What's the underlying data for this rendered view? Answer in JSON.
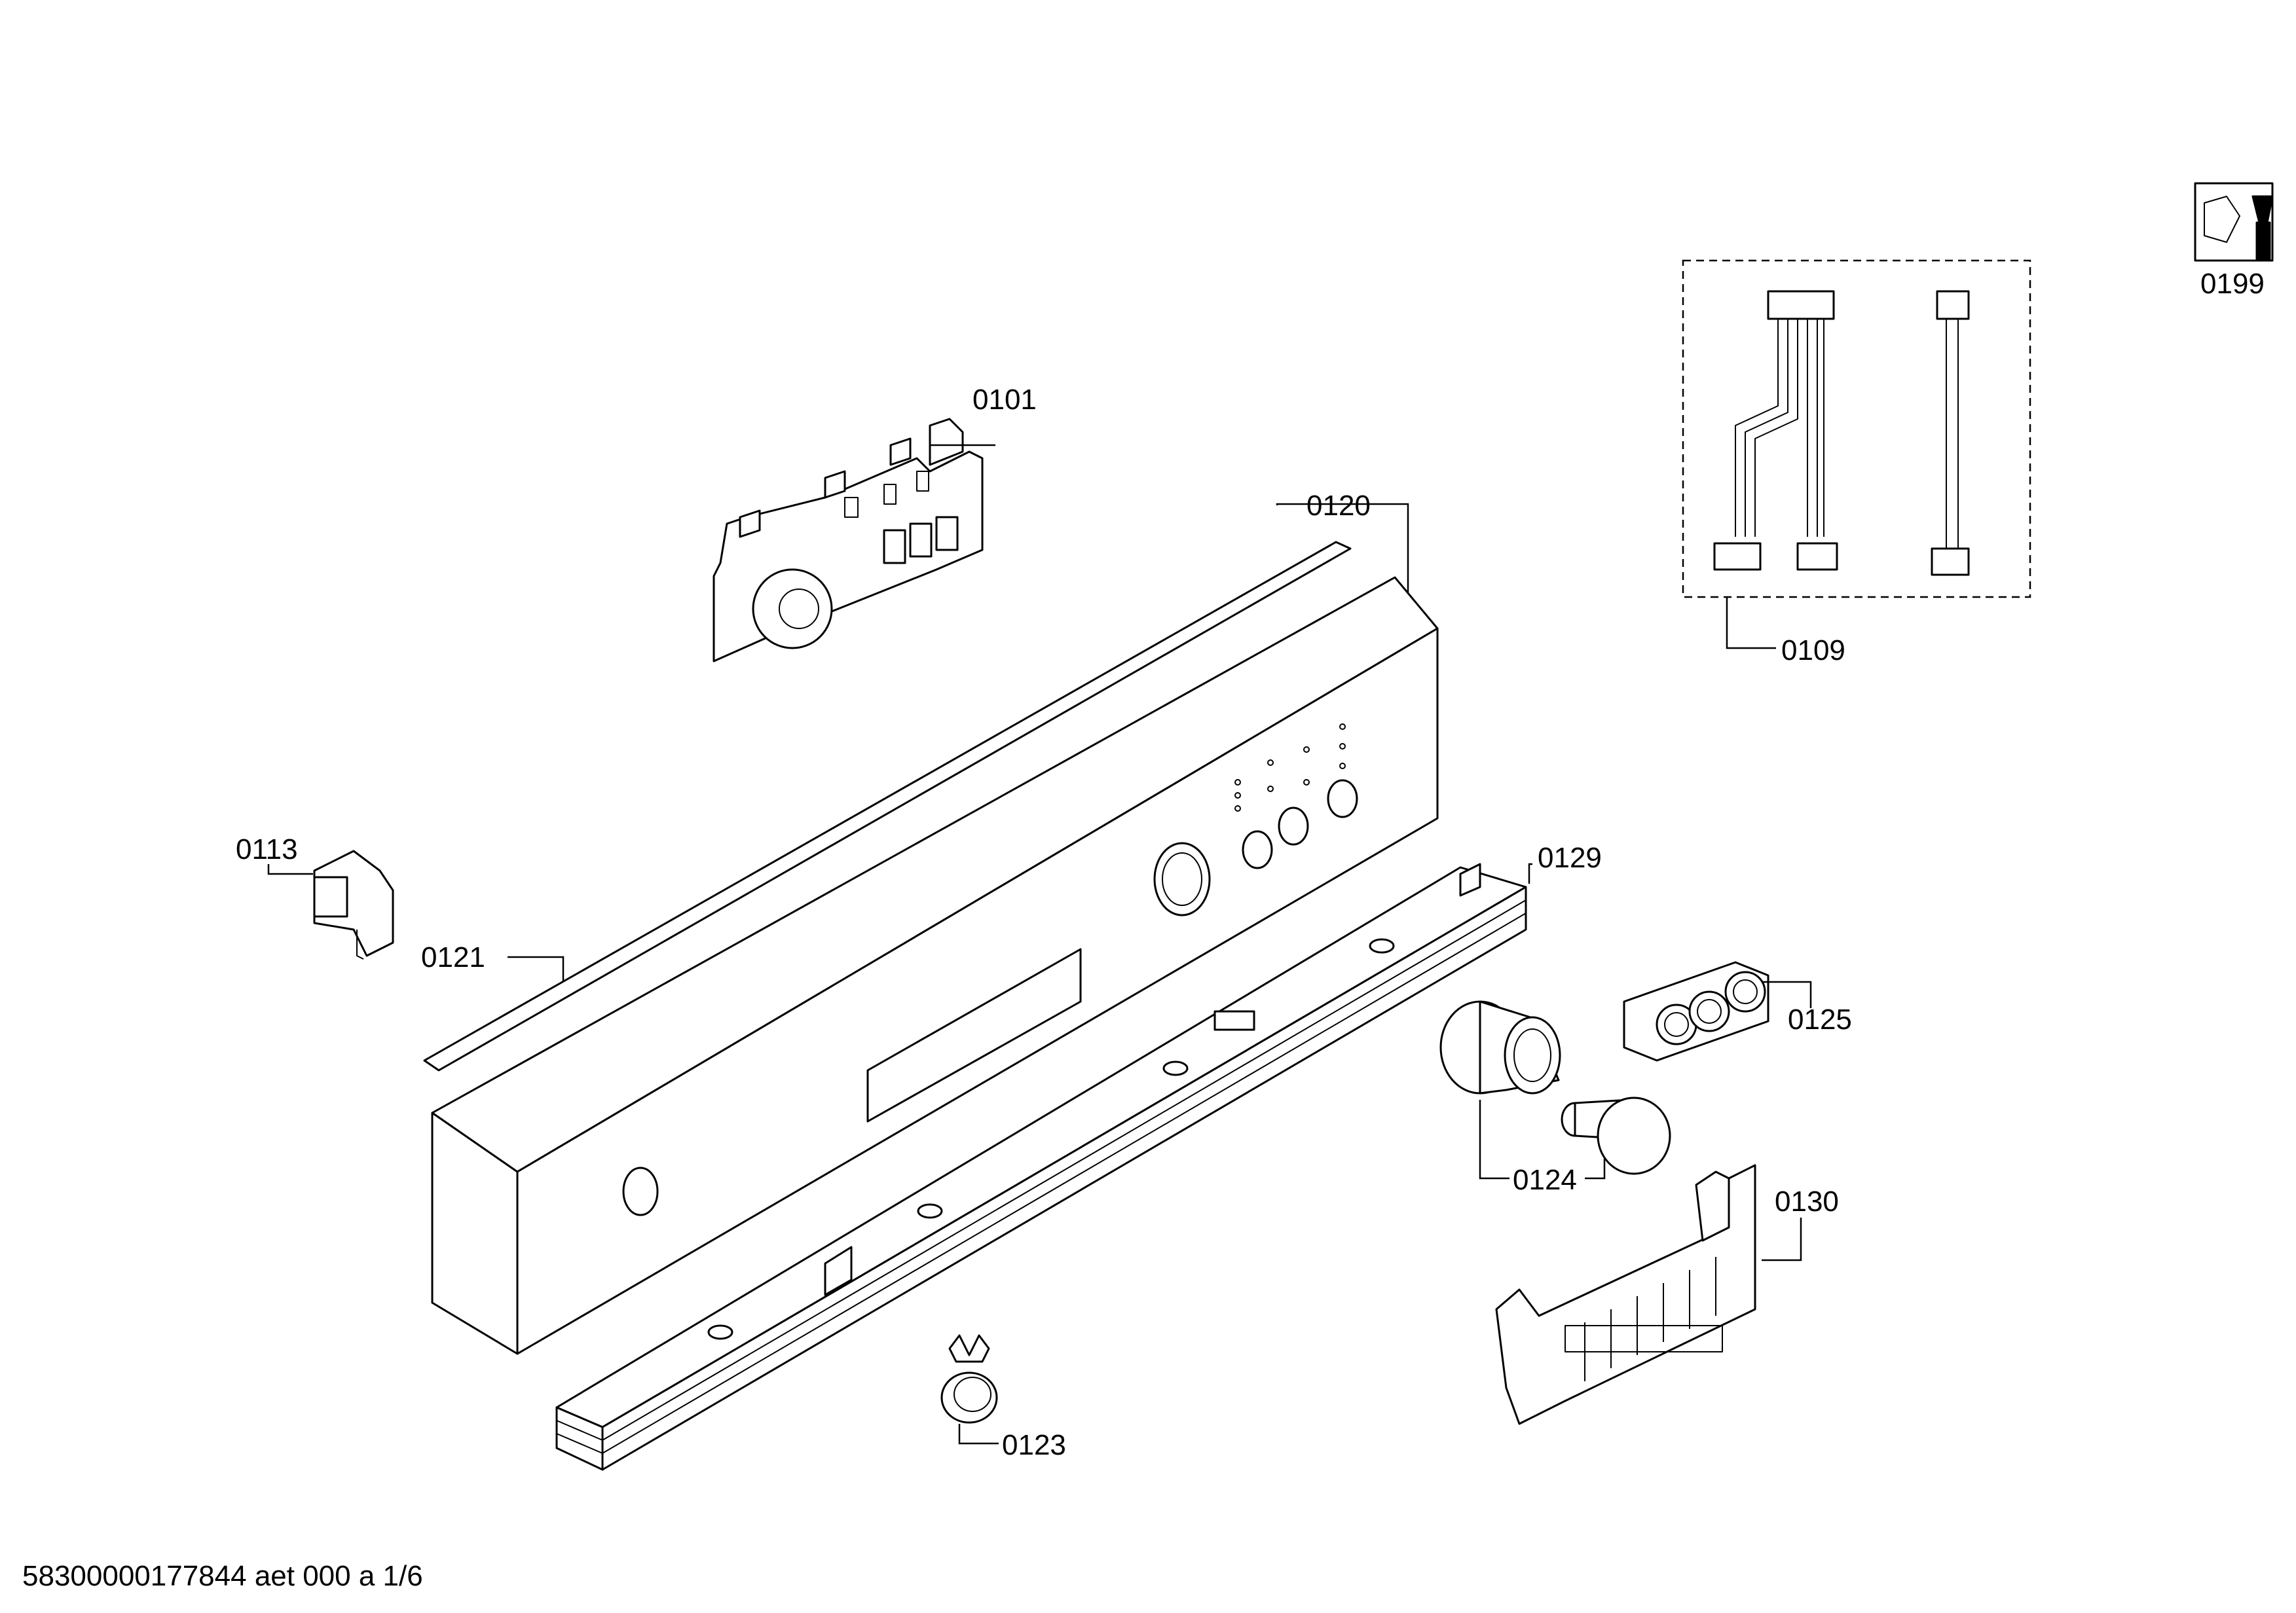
{
  "callouts": {
    "p0101": "0101",
    "p0109": "0109",
    "p0113": "0113",
    "p0120": "0120",
    "p0121": "0121",
    "p0123": "0123",
    "p0124": "0124",
    "p0125": "0125",
    "p0129": "0129",
    "p0130": "0130",
    "p0199": "0199"
  },
  "footer": "58300000177844 aet 000 a 1/6",
  "icons": {
    "service": "wrench-nut-icon"
  }
}
